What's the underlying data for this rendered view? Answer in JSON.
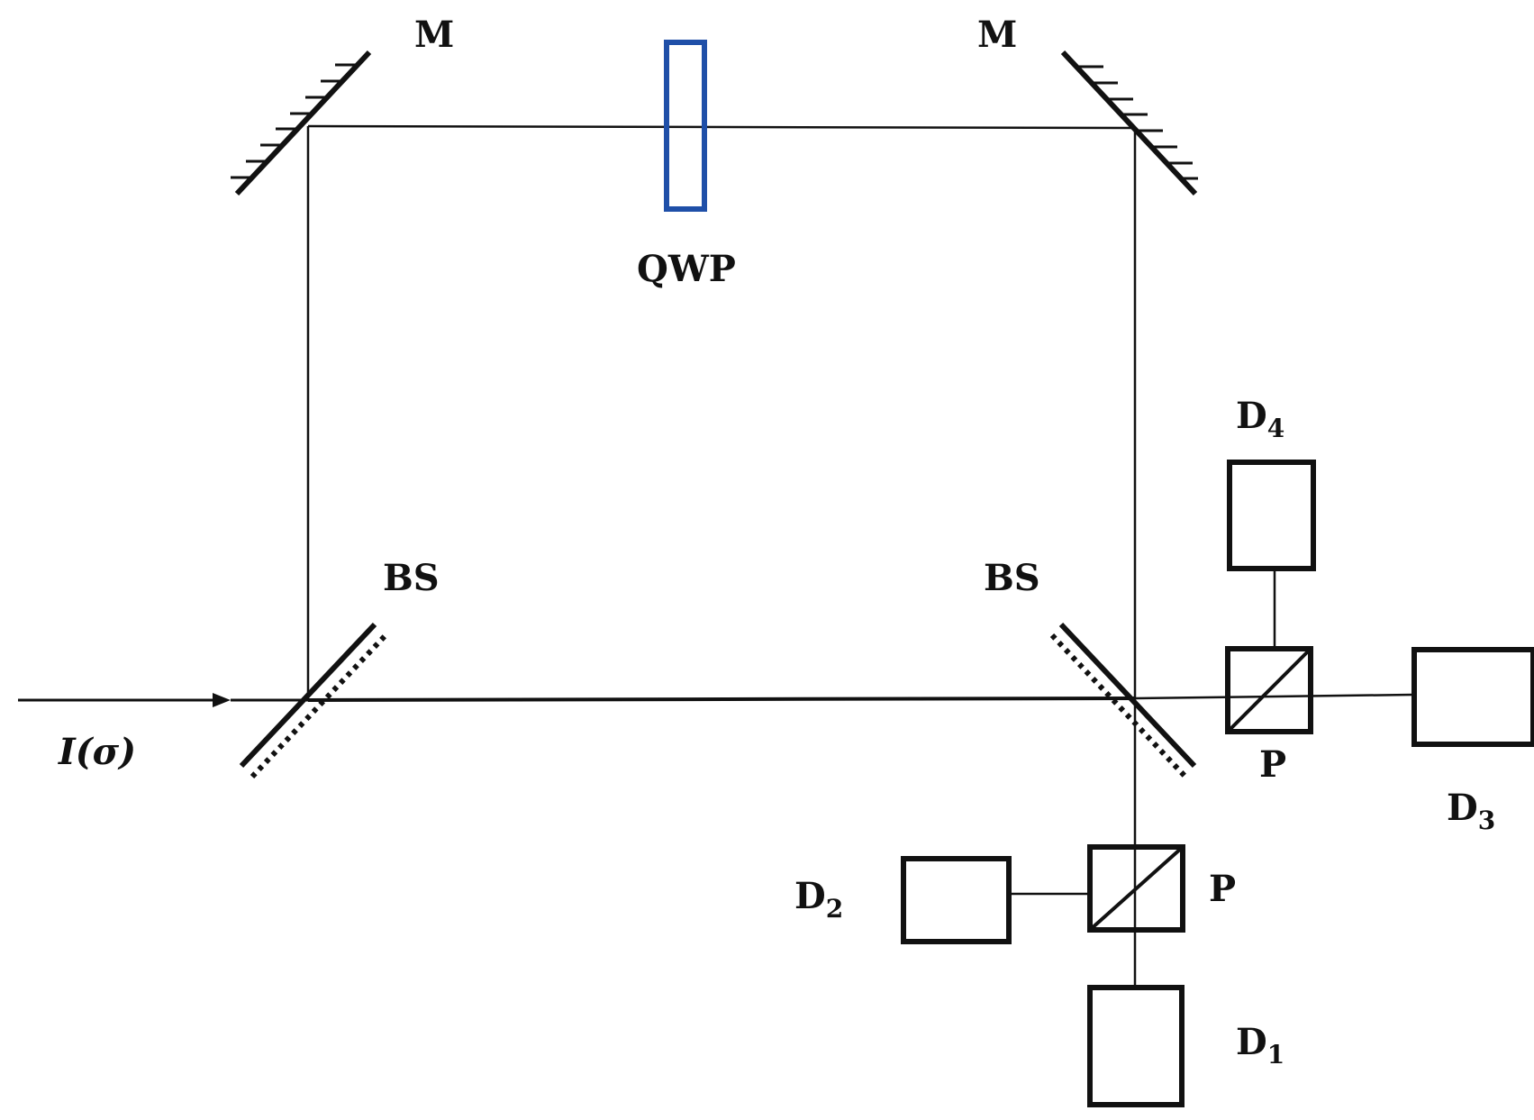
{
  "colors": {
    "line": "#111111",
    "wave_plate": "#1f4fa8",
    "background": "#ffffff"
  },
  "labels": {
    "mirror_left": "M",
    "mirror_right": "M",
    "wave_plate": "QWP",
    "splitter_left": "BS",
    "splitter_right": "BS",
    "polarizer_right": "P",
    "polarizer_bottom": "P",
    "input": "I(σ)",
    "detector_symbol": "D",
    "detectors": {
      "d1": "1",
      "d2": "2",
      "d3": "3",
      "d4": "4"
    }
  }
}
